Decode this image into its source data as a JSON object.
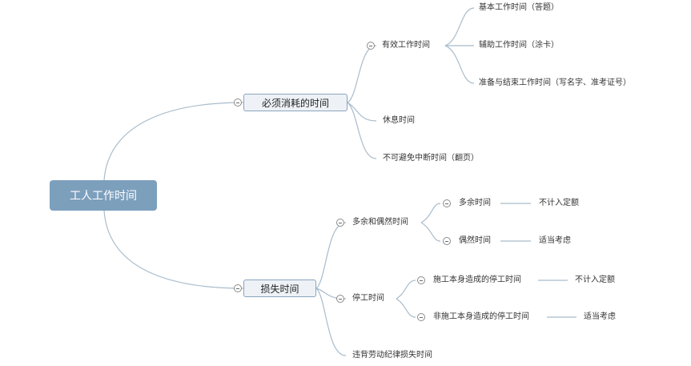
{
  "root": {
    "label": "工人工作时间"
  },
  "branches": [
    {
      "label": "必须消耗的时间",
      "children": [
        {
          "label": "有效工作时间",
          "children": [
            {
              "label": "基本工作时间（答题）"
            },
            {
              "label": "辅助工作时间（涂卡）"
            },
            {
              "label": "准备与结束工作时间（写名字、准考证号）"
            }
          ]
        },
        {
          "label": "休息时间"
        },
        {
          "label": "不可避免中断时间（翻页）"
        }
      ]
    },
    {
      "label": "损失时间",
      "children": [
        {
          "label": "多余和偶然时间",
          "children": [
            {
              "label": "多余时间",
              "note": "不计入定额"
            },
            {
              "label": "偶然时间",
              "note": "适当考虑"
            }
          ]
        },
        {
          "label": "停工时间",
          "children": [
            {
              "label": "施工本身造成的停工时间",
              "note": "不计入定额"
            },
            {
              "label": "非施工本身造成的停工时间",
              "note": "适当考虑"
            }
          ]
        },
        {
          "label": "违背劳动纪律损失时间"
        }
      ]
    }
  ],
  "colors": {
    "root_fill": "#7c9fbc",
    "line": "#a9bccb"
  }
}
